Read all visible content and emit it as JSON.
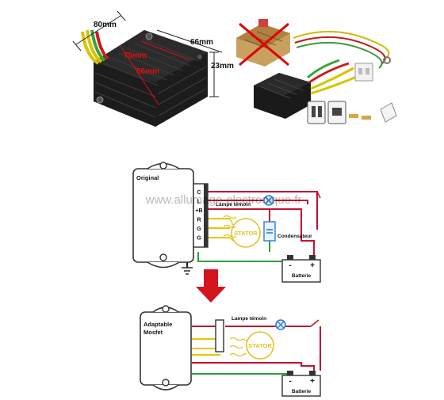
{
  "top_photos": {
    "dim_width": "80mm",
    "dim_depth": "66mm",
    "dim_height": "23mm",
    "dim_hole_x": "75mm",
    "dim_hole_y": "56mm"
  },
  "original_diagram": {
    "module_label": "Original",
    "terminals": [
      "C",
      "L",
      "+B",
      "R",
      "G",
      "G"
    ],
    "lamp_label": "Lampe témoin",
    "stator_label": "STATOR",
    "capacitor_label": "Condensateur",
    "battery_label": "Batterie",
    "battery_minus": "-",
    "battery_plus": "+"
  },
  "adapted_diagram": {
    "module_label_line1": "Adaptable",
    "module_label_line2": "Mosfet",
    "lamp_label": "Lampe témoin",
    "stator_label": "STATOR",
    "battery_label": "Batterie",
    "battery_minus": "-",
    "battery_plus": "+"
  },
  "watermark": "www.allumage-electronique.fr",
  "colors": {
    "wire_red": "#c4122f",
    "wire_yellow": "#e8c400",
    "wire_green": "#2e9e3e",
    "wire_black": "#222222",
    "lamp_blue": "#2f7fd6",
    "arrow_red": "#d3141e",
    "stator_yellow": "#e3c227"
  }
}
